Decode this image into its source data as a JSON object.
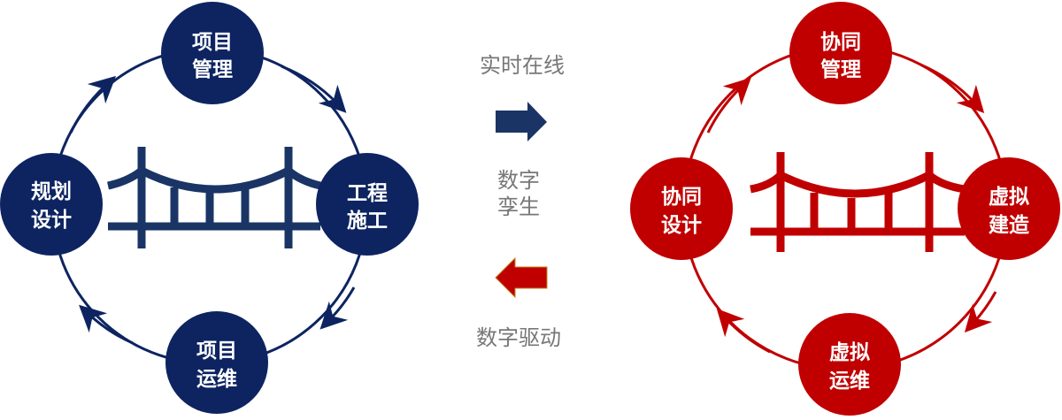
{
  "colors": {
    "left": "#0d2461",
    "bridge_left": "#1a3466",
    "right": "#c00000"
  },
  "left_cycle": {
    "top": [
      "项目",
      "管理"
    ],
    "right": [
      "工程",
      "施工"
    ],
    "bottom": [
      "项目",
      "运维"
    ],
    "left": [
      "规划",
      "设计"
    ]
  },
  "right_cycle": {
    "top": [
      "协同",
      "管理"
    ],
    "right": [
      "虚拟",
      "建造"
    ],
    "bottom": [
      "虚拟",
      "运维"
    ],
    "left": [
      "协同",
      "设计"
    ]
  },
  "middle": {
    "top_label": "实时在线",
    "center_label": [
      "数字",
      "孪生"
    ],
    "bottom_label": "数字驱动"
  }
}
